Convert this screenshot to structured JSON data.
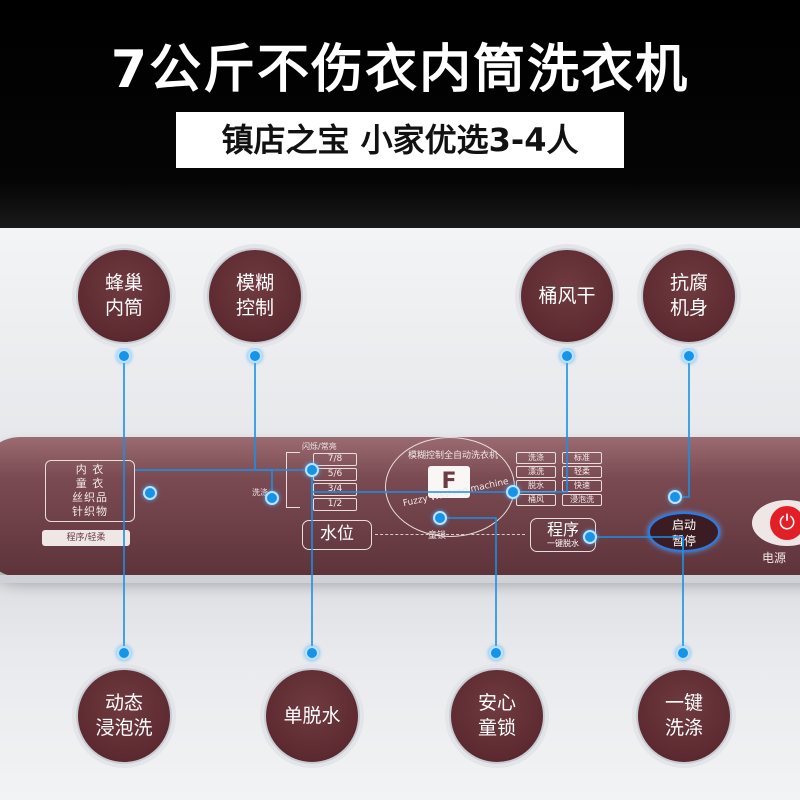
{
  "header": {
    "title": "7公斤不伤衣内筒洗衣机",
    "subtitle": "镇店之宝 小家优选3-4人"
  },
  "top_features": [
    {
      "line1": "蜂巢",
      "line2": "内筒"
    },
    {
      "line1": "模糊",
      "line2": "控制"
    },
    {
      "line1": "桶风干",
      "line2": ""
    },
    {
      "line1": "抗腐",
      "line2": "机身"
    }
  ],
  "bottom_features": [
    {
      "line1": "动态",
      "line2": "浸泡洗"
    },
    {
      "line1": "单脱水",
      "line2": ""
    },
    {
      "line1": "安心",
      "line2": "童锁"
    },
    {
      "line1": "一键",
      "line2": "洗涤"
    }
  ],
  "panel": {
    "fabric_labels": [
      "内  衣",
      "童  衣",
      "丝织品",
      "针织物"
    ],
    "fabric_tag": "程序/轻柔",
    "water_header": "闪烁/常亮",
    "water_levels": [
      "7/8",
      "5/6",
      "3/4",
      "1/2"
    ],
    "wash_small": "洗涤",
    "logo_ring": "模糊控制全自动洗衣机",
    "logo_letter": "F",
    "fuzzy": "Fuzzy Washing machine",
    "water_button": "水位",
    "child_lock": "童锁",
    "program_button": "程序",
    "program_sub": "一键脱水",
    "program_options": [
      [
        "洗涤",
        "标准"
      ],
      [
        "漂洗",
        "轻柔"
      ],
      [
        "脱水",
        "快速"
      ],
      [
        "桶风",
        "浸泡洗"
      ]
    ],
    "start_line1": "启动",
    "start_line2": "暂停",
    "power_label": "电源"
  },
  "colors": {
    "panel": "#6a3d45",
    "accent": "#1694e8",
    "power": "#e21f26"
  }
}
